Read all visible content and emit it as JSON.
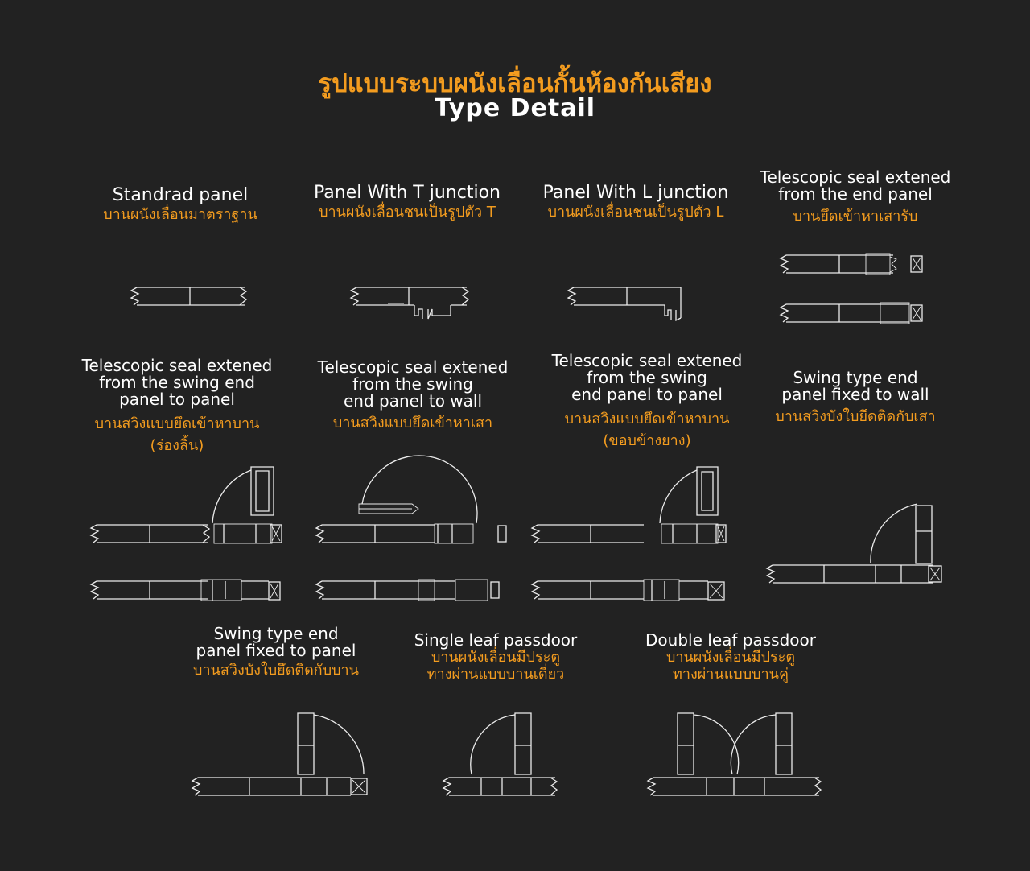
{
  "colors": {
    "background": "#222222",
    "accent": "#f39c1f",
    "text": "#ffffff",
    "line": "#ececec"
  },
  "header": {
    "title_th": "รูปแบบระบบผนังเลื่อนกั้นห้องกันเสียง",
    "title_en": "Type Detail"
  },
  "types": [
    {
      "en": "Standrad panel",
      "th": "บานผนังเลื่อนมาตราฐาน"
    },
    {
      "en": "Panel With T junction",
      "th": "บานผนังเลื่อนชนเป็นรูปตัว T"
    },
    {
      "en": "Panel With L junction",
      "th": "บานผนังเลื่อนชนเป็นรูปตัว L"
    },
    {
      "en": "Telescopic seal extened\nfrom the end panel",
      "th": "บานยึดเข้าหาเสารับ"
    },
    {
      "en": "Telescopic seal extened\nfrom the swing end\npanel to panel",
      "th": "บานสวิงแบบยึดเข้าหาบาน\n(ร่องลิ้น)"
    },
    {
      "en": "Telescopic seal extened\nfrom the swing\nend panel to wall",
      "th": "บานสวิงแบบยึดเข้าหาเสา"
    },
    {
      "en": "Telescopic seal extened\nfrom the swing\nend panel to panel",
      "th": "บานสวิงแบบยึดเข้าหาบาน\n(ขอบข้างยาง)"
    },
    {
      "en": "Swing type end\npanel fixed to wall",
      "th": "บานสวิงบังใบยึดติดกับเสา"
    },
    {
      "en": "Swing type end\npanel fixed to panel",
      "th": "บานสวิงบังใบยึดติดกับบาน"
    },
    {
      "en": "Single leaf passdoor",
      "th": "บานผนังเลื่อนมีประตู\nทางผ่านแบบบานเดี่ยว"
    },
    {
      "en": "Double leaf passdoor",
      "th": "บานผนังเลื่อนมีประตู\nทางผ่านแบบบานคู่"
    }
  ]
}
